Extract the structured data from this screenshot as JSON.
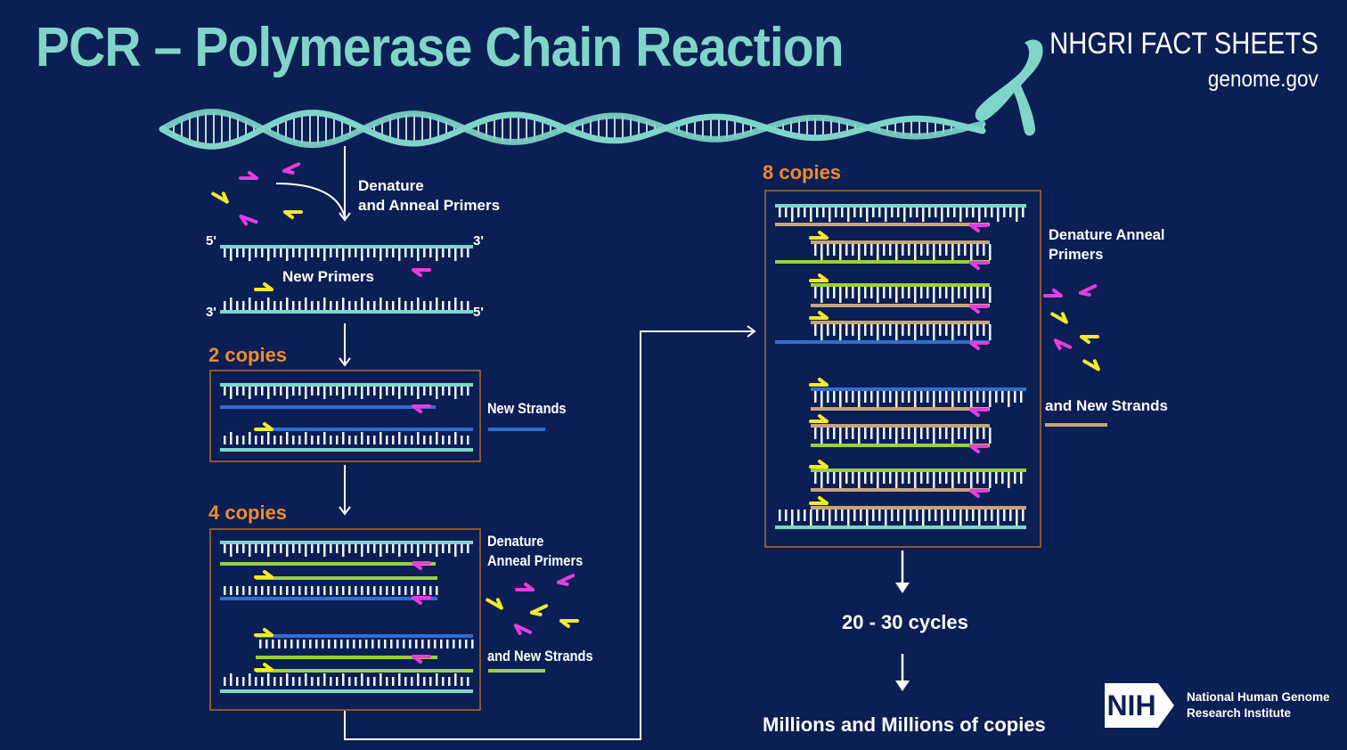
{
  "title": "PCR – Polymerase Chain Reaction",
  "brand": {
    "line1": "NHGRI FACT SHEETS",
    "line2": "genome.gov"
  },
  "labels": {
    "denature_1": "Denature",
    "denature_2": "and Anneal Primers",
    "new_primers": "New Primers",
    "five_prime": "5'",
    "three_prime": "3'",
    "copies_2": "2 copies",
    "copies_4": "4 copies",
    "copies_8": "8 copies",
    "new_strands": "New Strands",
    "denature_b1": "Denature",
    "denature_b2": "Anneal Primers",
    "and_new_strands": "and New Strands",
    "denature_c1": "Denature Anneal",
    "denature_c2": "Primers",
    "cycles": "20 - 30 cycles",
    "millions": "Millions and Millions of copies"
  },
  "nih": {
    "badge": "NIH",
    "line1": "National Human Genome",
    "line2": "Research Institute"
  },
  "colors": {
    "background": "#0b1f54",
    "title": "#7fd6c8",
    "template_strand": "#7fd6c8",
    "new_strand_blue": "#2e6fcf",
    "new_strand_green": "#9cd03c",
    "new_strand_tan": "#c7a57a",
    "primer_yellow": "#f2ea2a",
    "primer_magenta": "#e53de0",
    "copies_label": "#f08a2a",
    "box_border": "#b5692a"
  }
}
